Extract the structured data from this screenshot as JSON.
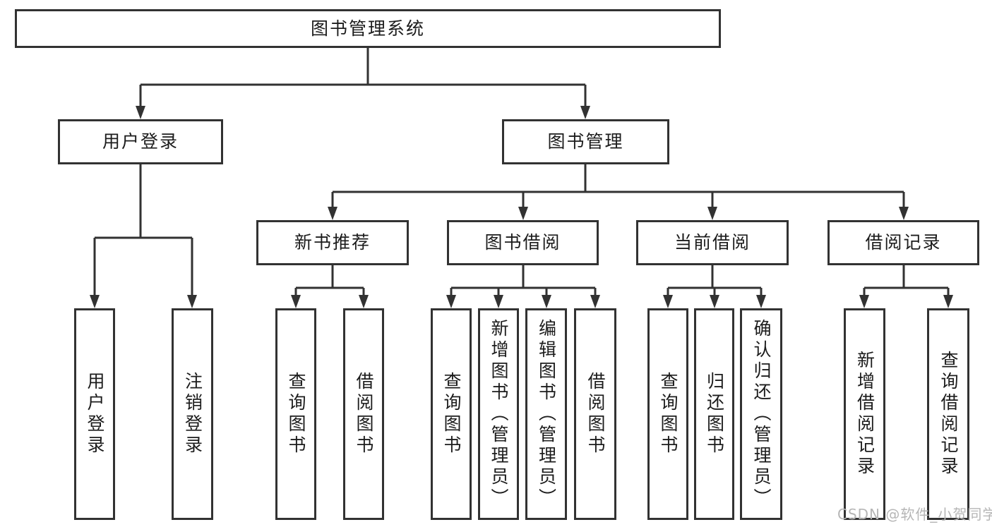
{
  "colors": {
    "line": "#323232",
    "border": "#323232",
    "text": "#1c1c1c",
    "box_background": "#ffffff",
    "watermark": "#b6b6b6"
  },
  "tree": {
    "root": {
      "label": "图书管理系统"
    },
    "branches": [
      {
        "label": "用户登录",
        "children": [
          {
            "label": "用户登录"
          },
          {
            "label": "注销登录"
          }
        ]
      },
      {
        "label": "图书管理",
        "children": [
          {
            "label": "新书推荐",
            "children": [
              {
                "label": "查询图书"
              },
              {
                "label": "借阅图书"
              }
            ]
          },
          {
            "label": "图书借阅",
            "children": [
              {
                "label": "查询图书"
              },
              {
                "label": "新增图书（管理员）"
              },
              {
                "label": "编辑图书（管理员）"
              },
              {
                "label": "借阅图书"
              }
            ]
          },
          {
            "label": "当前借阅",
            "children": [
              {
                "label": "查询图书"
              },
              {
                "label": "归还图书"
              },
              {
                "label": "确认归还（管理员）"
              }
            ]
          },
          {
            "label": "借阅记录",
            "children": [
              {
                "label": "新增借阅记录"
              },
              {
                "label": "查询借阅记录"
              }
            ]
          }
        ]
      }
    ]
  },
  "watermark": {
    "text": "CSDN @软件_小贺同学"
  }
}
